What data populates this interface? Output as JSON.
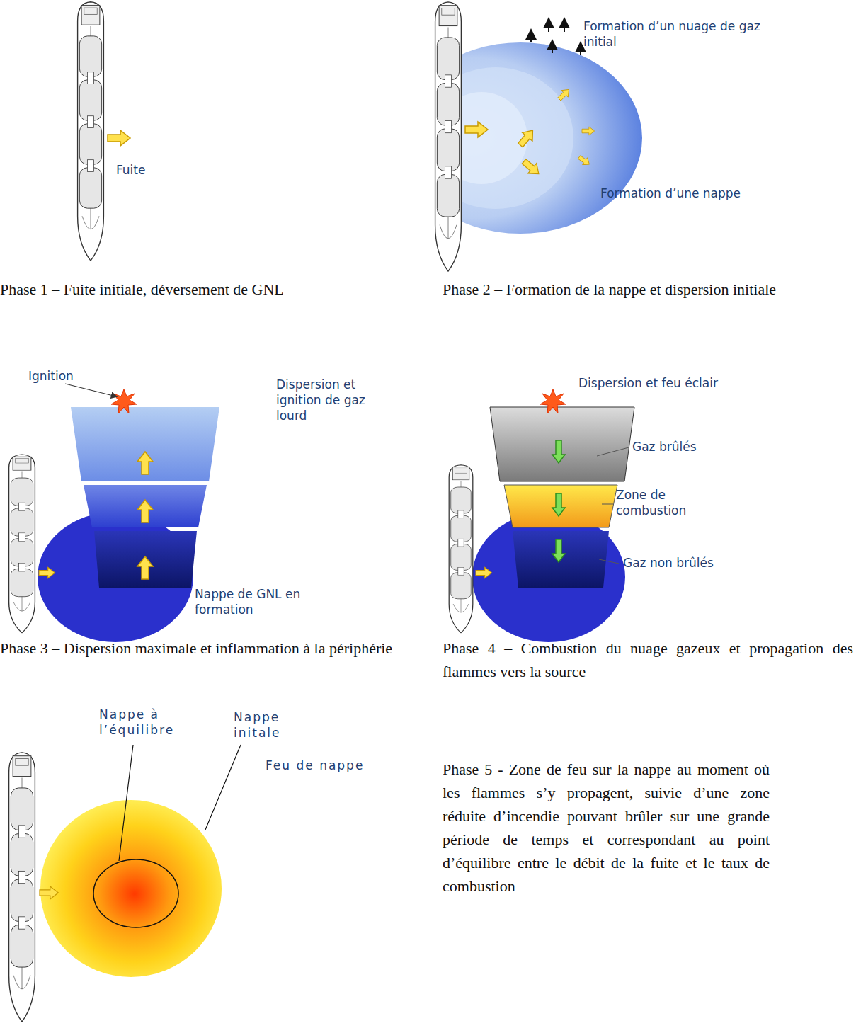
{
  "diagram": {
    "labels": [
      "Fuite",
      "Phase 1 – Fuite initiale, déversement de GNL",
      "Formation d’un nuage de gaz initial",
      "Formation d’une nappe",
      "Phase 2 – Formation de la nappe et dispersion initiale",
      "Ignition",
      "Dispersion et ignition de gaz lourd",
      "Nappe de GNL en formation",
      "Phase 3 – Dispersion maximale et inflammation à la périphérie",
      "Dispersion et feu éclair",
      "Gaz brûlés",
      "Zone de combustion",
      "Gaz non brûlés",
      "Phase 4 – Combustion du nuage gazeux et propagation des flammes vers la source",
      "Nappe à l’équilibre",
      "Nappe initale",
      "Feu de nappe",
      "Phase 5 - Zone de feu sur la nappe au moment où les flammes s’y propagent, suivie d’une zone réduite d’incendie pouvant brûler sur une grande période de temps et correspondant au point d’équilibre entre le débit de la fuite et le taux de combustion"
    ]
  }
}
